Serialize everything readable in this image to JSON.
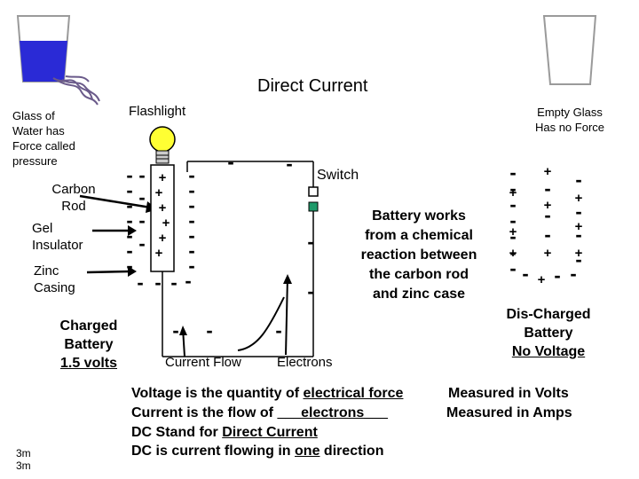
{
  "title": "Direct Current",
  "labels": {
    "flashlight": "Flashlight",
    "glass_water": [
      "Glass of",
      "Water has",
      "Force called",
      "pressure"
    ],
    "empty_glass": [
      "Empty Glass",
      "Has no Force"
    ],
    "carbon_rod": [
      "Carbon",
      "Rod"
    ],
    "gel_insulator": [
      "Gel",
      "Insulator"
    ],
    "zinc_casing": [
      "Zinc",
      "Casing"
    ],
    "switch": "Switch",
    "battery_works": [
      "Battery works",
      "from a chemical",
      "reaction between",
      "the carbon rod",
      "and zinc case"
    ],
    "charged_battery": [
      "Charged",
      "Battery",
      "1.5 volts"
    ],
    "discharged_battery": [
      "Dis-Charged",
      "Battery",
      "No Voltage"
    ],
    "current_flow": "Current Flow",
    "electrons": "Electrons",
    "corner": [
      "3m",
      "3m"
    ]
  },
  "notes": {
    "voltage": {
      "prefix": "Voltage is the quantity of ",
      "key": "electrical force",
      "measure": "Measured in Volts"
    },
    "current": {
      "prefix": "Current is the flow of ",
      "key": "___electrons___",
      "measure": "Measured in Amps"
    },
    "dc_stand": {
      "prefix": "DC Stand for ",
      "key": "Direct Current"
    },
    "dc_flow": {
      "prefix": "DC is current flowing in ",
      "key": "one",
      "suffix": " direction"
    }
  },
  "signs": {
    "minus": "-",
    "plus": "+"
  },
  "colors": {
    "water": "#2a2ad6",
    "bulb": "#ffff33",
    "switch_green": "#1f9a6a"
  }
}
